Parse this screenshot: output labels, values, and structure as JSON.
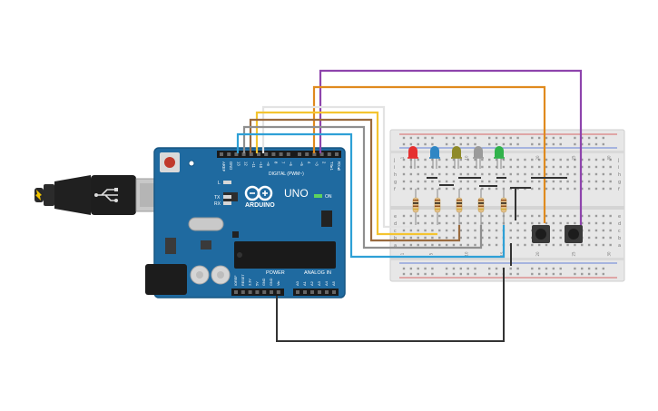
{
  "board": {
    "brand": "ARDUINO",
    "model": "UNO",
    "on_label": "ON",
    "digital_label": "DIGITAL (PWM~)",
    "power_label": "POWER",
    "analog_label": "ANALOG IN",
    "l_label": "L",
    "tx_label": "TX",
    "rx_label": "RX",
    "digital_pins": [
      "AREF",
      "GND",
      "13",
      "12",
      "~11",
      "~10",
      "~9",
      "8",
      "7",
      "~6",
      "~5",
      "4",
      "~3",
      "2",
      "TX▸1",
      "RX◂0"
    ],
    "power_pins": [
      "IOREF",
      "RESET",
      "3.3V",
      "5V",
      "GND",
      "GND",
      "Vin"
    ],
    "analog_pins": [
      "A0",
      "A1",
      "A2",
      "A3",
      "A4",
      "A5"
    ]
  },
  "breadboard": {
    "row_letters_top": [
      "j",
      "i",
      "h",
      "g",
      "f"
    ],
    "row_letters_bottom": [
      "e",
      "d",
      "c",
      "b",
      "a"
    ],
    "column_numbers": [
      "1",
      "5",
      "10",
      "15",
      "20",
      "25",
      "30"
    ]
  },
  "leds": [
    {
      "color": "red",
      "hex": "#e53030"
    },
    {
      "color": "blue",
      "hex": "#2f86c4"
    },
    {
      "color": "olive",
      "hex": "#8f8a2a"
    },
    {
      "color": "gray",
      "hex": "#9a9a9a"
    },
    {
      "color": "green",
      "hex": "#31b24b"
    }
  ],
  "wire_colors": {
    "purple": "#8e44ad",
    "orange": "#e08a1e",
    "white": "#e6e6e6",
    "yellow": "#f4c430",
    "brown": "#9a6b3f",
    "gray": "#8f8f8f",
    "cyan": "#2ea0d6",
    "black": "#333333"
  },
  "colors": {
    "board": "#1f6aa0",
    "board_dark": "#175683",
    "breadboard": "#e7e7e7",
    "rail_red": "#d23a3a",
    "rail_blue": "#3a5fd2"
  }
}
